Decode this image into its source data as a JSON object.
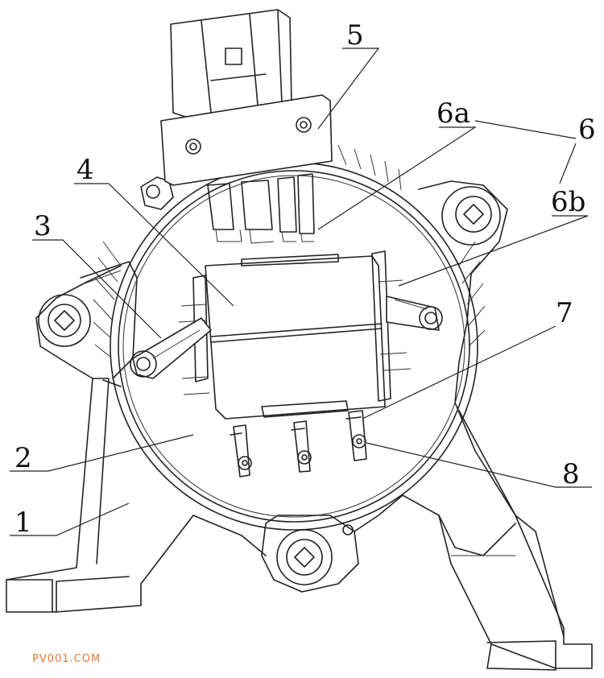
{
  "labels": {
    "l1": "1",
    "l2": "2",
    "l3": "3",
    "l4": "4",
    "l5": "5",
    "l6": "6",
    "l6a": "6a",
    "l6b": "6b",
    "l7": "7",
    "l8": "8"
  },
  "watermark": "PV001.COM"
}
